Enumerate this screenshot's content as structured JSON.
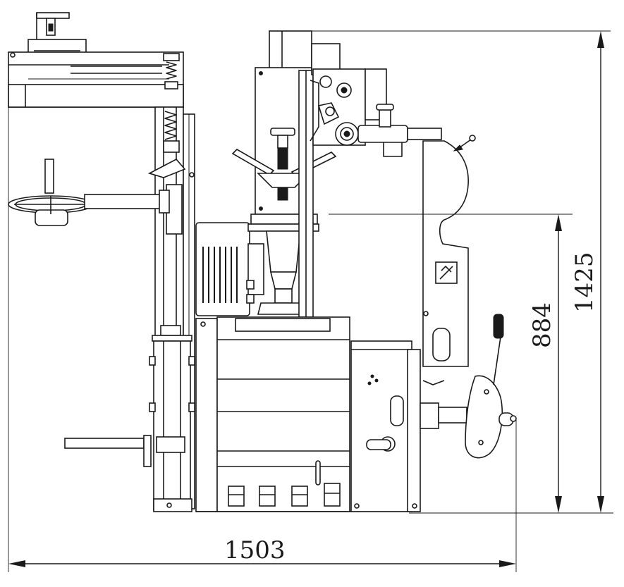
{
  "dimensions": {
    "overall_width": "1503",
    "overall_height": "1425",
    "table_height": "884"
  }
}
